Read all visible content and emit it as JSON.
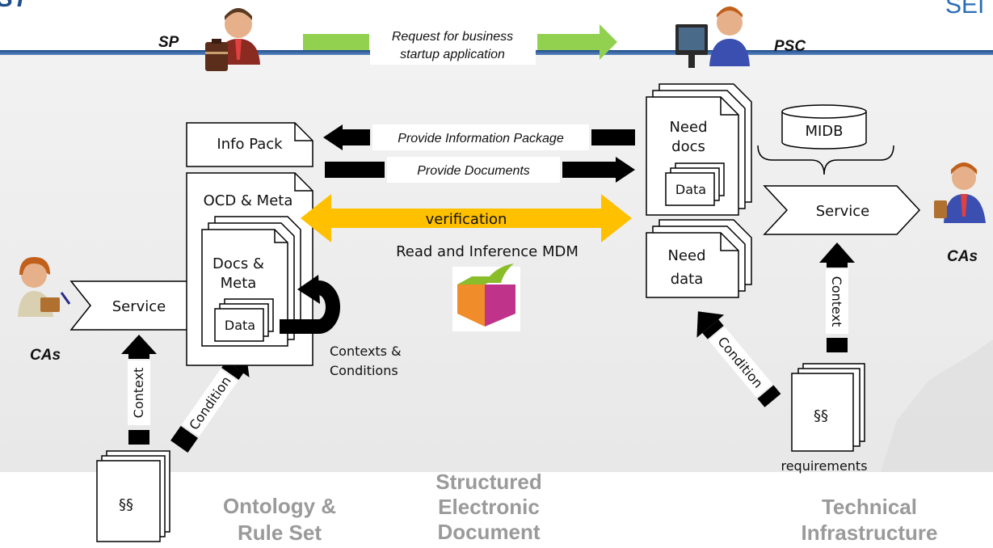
{
  "header": {
    "logo_left": "ST",
    "logo_right": "SEI",
    "sp_role": "SP",
    "psc_role": "PSC",
    "request_text_line1": "Request for business",
    "request_text_line2": "startup application",
    "accent_color": "#1f4e8c",
    "green_arrow_color": "#92d050"
  },
  "left_side": {
    "cas_label": "CAs",
    "service_label": "Service",
    "context_label": "Context",
    "condition_label": "Condition",
    "rules_symbol": "§§"
  },
  "center": {
    "info_pack": "Info Pack",
    "ocd_meta": "OCD & Meta",
    "docs_meta_line1": "Docs &",
    "docs_meta_line2": "Meta",
    "data_label": "Data",
    "provide_info_package": "Provide Information Package",
    "provide_documents": "Provide Documents",
    "verification": "verification",
    "verification_color": "#ffc000",
    "read_inference": "Read and Inference MDM",
    "contexts_conditions_line1": "Contexts &",
    "contexts_conditions_line2": "Conditions"
  },
  "right_side": {
    "need_docs_line1": "Need",
    "need_docs_line2": "docs",
    "need_data_line1": "Need",
    "need_data_line2": "data",
    "data_label": "Data",
    "midb": "MIDB",
    "service_label": "Service",
    "cas_label": "CAs",
    "context_label": "Context",
    "condition_label": "Condition",
    "rules_symbol": "§§",
    "requirements": "requirements"
  },
  "bottom": {
    "ontology_line1": "Ontology &",
    "ontology_line2": "Rule Set",
    "structured_line1": "Structured",
    "structured_line2": "Electronic",
    "structured_line3": "Document",
    "technical_line1": "Technical",
    "technical_line2": "Infrastructure"
  }
}
